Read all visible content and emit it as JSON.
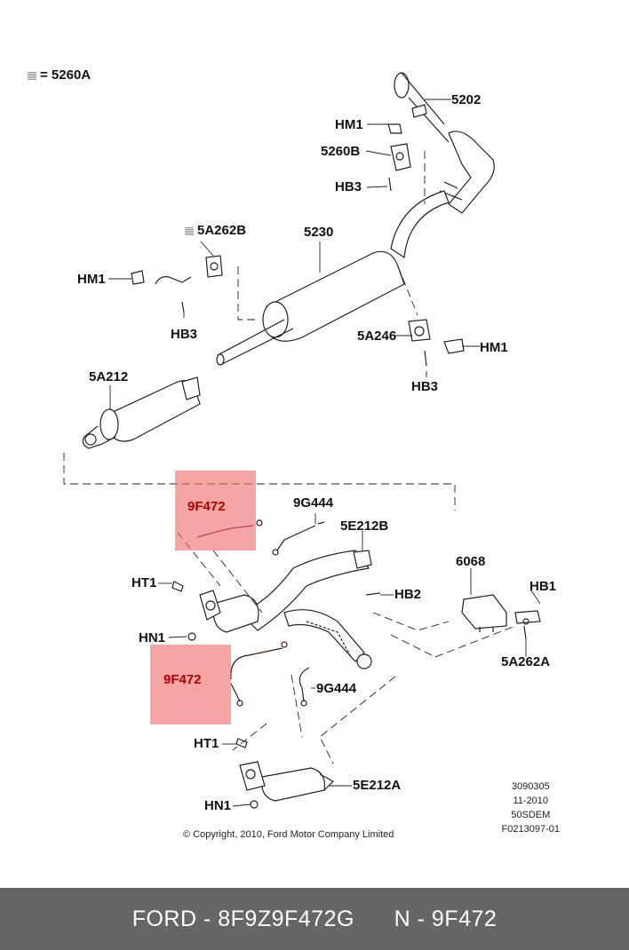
{
  "legend": {
    "text": "= 5260A"
  },
  "labels": {
    "p5202": "5202",
    "hm1_top": "HM1",
    "p5260b": "5260B",
    "hb3_top": "HB3",
    "p5a262b": "5A262B",
    "p5230": "5230",
    "hm1_left": "HM1",
    "hb3_left": "HB3",
    "p5a246": "5A246",
    "hm1_right": "HM1",
    "hb3_mid": "HB3",
    "p5a212": "5A212",
    "p9f472_upper": "9F472",
    "p9g444_upper": "9G444",
    "p5e212b": "5E212B",
    "p6068": "6068",
    "ht1_upper": "HT1",
    "hb2": "HB2",
    "hb1": "HB1",
    "hn1_upper": "HN1",
    "p5a262a": "5A262A",
    "p9f472_lower": "9F472",
    "p9g444_lower": "9G444",
    "ht1_lower": "HT1",
    "p5e212a": "5E212A",
    "hn1_lower": "HN1"
  },
  "meta": {
    "line1": "3090305",
    "line2": "11-2010",
    "line3": "50SDEM",
    "line4": "F0213097-01"
  },
  "copyright": "© Copyright, 2010, Ford Motor Company Limited",
  "footer": {
    "part": "FORD - 8F9Z9F472G",
    "number": "N - 9F472"
  },
  "colors": {
    "highlight": "#f06e6e",
    "footer_bg": "#666666",
    "line": "#222222"
  }
}
